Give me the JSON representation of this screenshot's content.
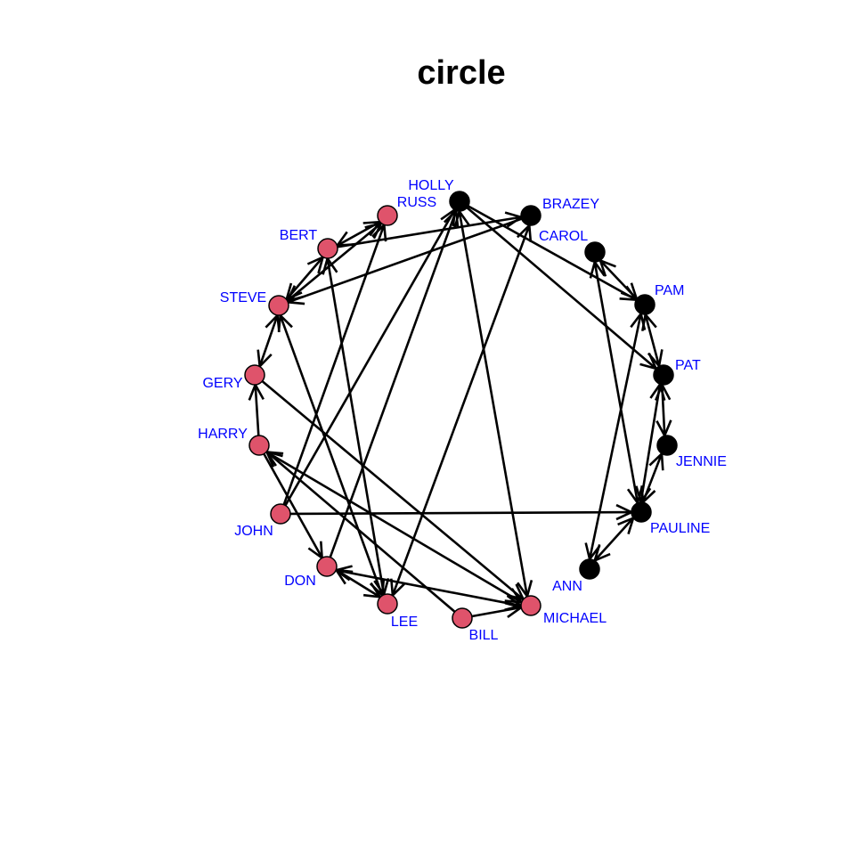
{
  "title": "circle",
  "colors": {
    "group_a": "#DF536B",
    "group_b": "#000000",
    "label": "#0000FF",
    "edge": "#000000"
  },
  "nodes": [
    {
      "id": "HOLLY",
      "label": "HOLLY",
      "group": "b"
    },
    {
      "id": "BRAZEY",
      "label": "BRAZEY",
      "group": "b"
    },
    {
      "id": "CAROL",
      "label": "CAROL",
      "group": "b"
    },
    {
      "id": "PAM",
      "label": "PAM",
      "group": "b"
    },
    {
      "id": "PAT",
      "label": "PAT",
      "group": "b"
    },
    {
      "id": "JENNIE",
      "label": "JENNIE",
      "group": "b"
    },
    {
      "id": "PAULINE",
      "label": "PAULINE",
      "group": "b"
    },
    {
      "id": "ANN",
      "label": "ANN",
      "group": "b"
    },
    {
      "id": "MICHAEL",
      "label": "MICHAEL",
      "group": "a"
    },
    {
      "id": "BILL",
      "label": "BILL",
      "group": "a"
    },
    {
      "id": "LEE",
      "label": "LEE",
      "group": "a"
    },
    {
      "id": "DON",
      "label": "DON",
      "group": "a"
    },
    {
      "id": "JOHN",
      "label": "JOHN",
      "group": "a"
    },
    {
      "id": "HARRY",
      "label": "HARRY",
      "group": "a"
    },
    {
      "id": "GERY",
      "label": "GERY",
      "group": "a"
    },
    {
      "id": "STEVE",
      "label": "STEVE",
      "group": "a"
    },
    {
      "id": "BERT",
      "label": "BERT",
      "group": "a"
    },
    {
      "id": "RUSS",
      "label": "RUSS",
      "group": "a"
    }
  ],
  "edges": [
    {
      "from": "HOLLY",
      "to": "PAT"
    },
    {
      "from": "HOLLY",
      "to": "PAM"
    },
    {
      "from": "HOLLY",
      "to": "MICHAEL",
      "mutual": true
    },
    {
      "from": "LEE",
      "to": "BRAZEY",
      "mutual": true
    },
    {
      "from": "BRAZEY",
      "to": "STEVE"
    },
    {
      "from": "BERT",
      "to": "BRAZEY"
    },
    {
      "from": "CAROL",
      "to": "PAM",
      "mutual": true
    },
    {
      "from": "CAROL",
      "to": "PAULINE",
      "mutual": true
    },
    {
      "from": "PAM",
      "to": "PAT",
      "mutual": true
    },
    {
      "from": "PAM",
      "to": "ANN",
      "mutual": true
    },
    {
      "from": "PAT",
      "to": "JENNIE",
      "mutual": true
    },
    {
      "from": "PAT",
      "to": "PAULINE",
      "mutual": true
    },
    {
      "from": "JENNIE",
      "to": "PAULINE",
      "mutual": true
    },
    {
      "from": "PAULINE",
      "to": "ANN",
      "mutual": true
    },
    {
      "from": "JOHN",
      "to": "PAULINE"
    },
    {
      "from": "BILL",
      "to": "MICHAEL"
    },
    {
      "from": "BILL",
      "to": "HARRY"
    },
    {
      "from": "GERY",
      "to": "MICHAEL"
    },
    {
      "from": "HARRY",
      "to": "MICHAEL",
      "mutual": true
    },
    {
      "from": "DON",
      "to": "MICHAEL",
      "mutual": true
    },
    {
      "from": "LEE",
      "to": "DON",
      "mutual": true
    },
    {
      "from": "HARRY",
      "to": "DON"
    },
    {
      "from": "DON",
      "to": "HOLLY"
    },
    {
      "from": "JOHN",
      "to": "HOLLY"
    },
    {
      "from": "JOHN",
      "to": "RUSS"
    },
    {
      "from": "STEVE",
      "to": "LEE",
      "mutual": true
    },
    {
      "from": "BERT",
      "to": "LEE",
      "mutual": true
    },
    {
      "from": "HARRY",
      "to": "GERY"
    },
    {
      "from": "GERY",
      "to": "STEVE",
      "mutual": true
    },
    {
      "from": "STEVE",
      "to": "BERT",
      "mutual": true
    },
    {
      "from": "STEVE",
      "to": "RUSS",
      "mutual": true
    },
    {
      "from": "BERT",
      "to": "RUSS",
      "mutual": true
    }
  ]
}
